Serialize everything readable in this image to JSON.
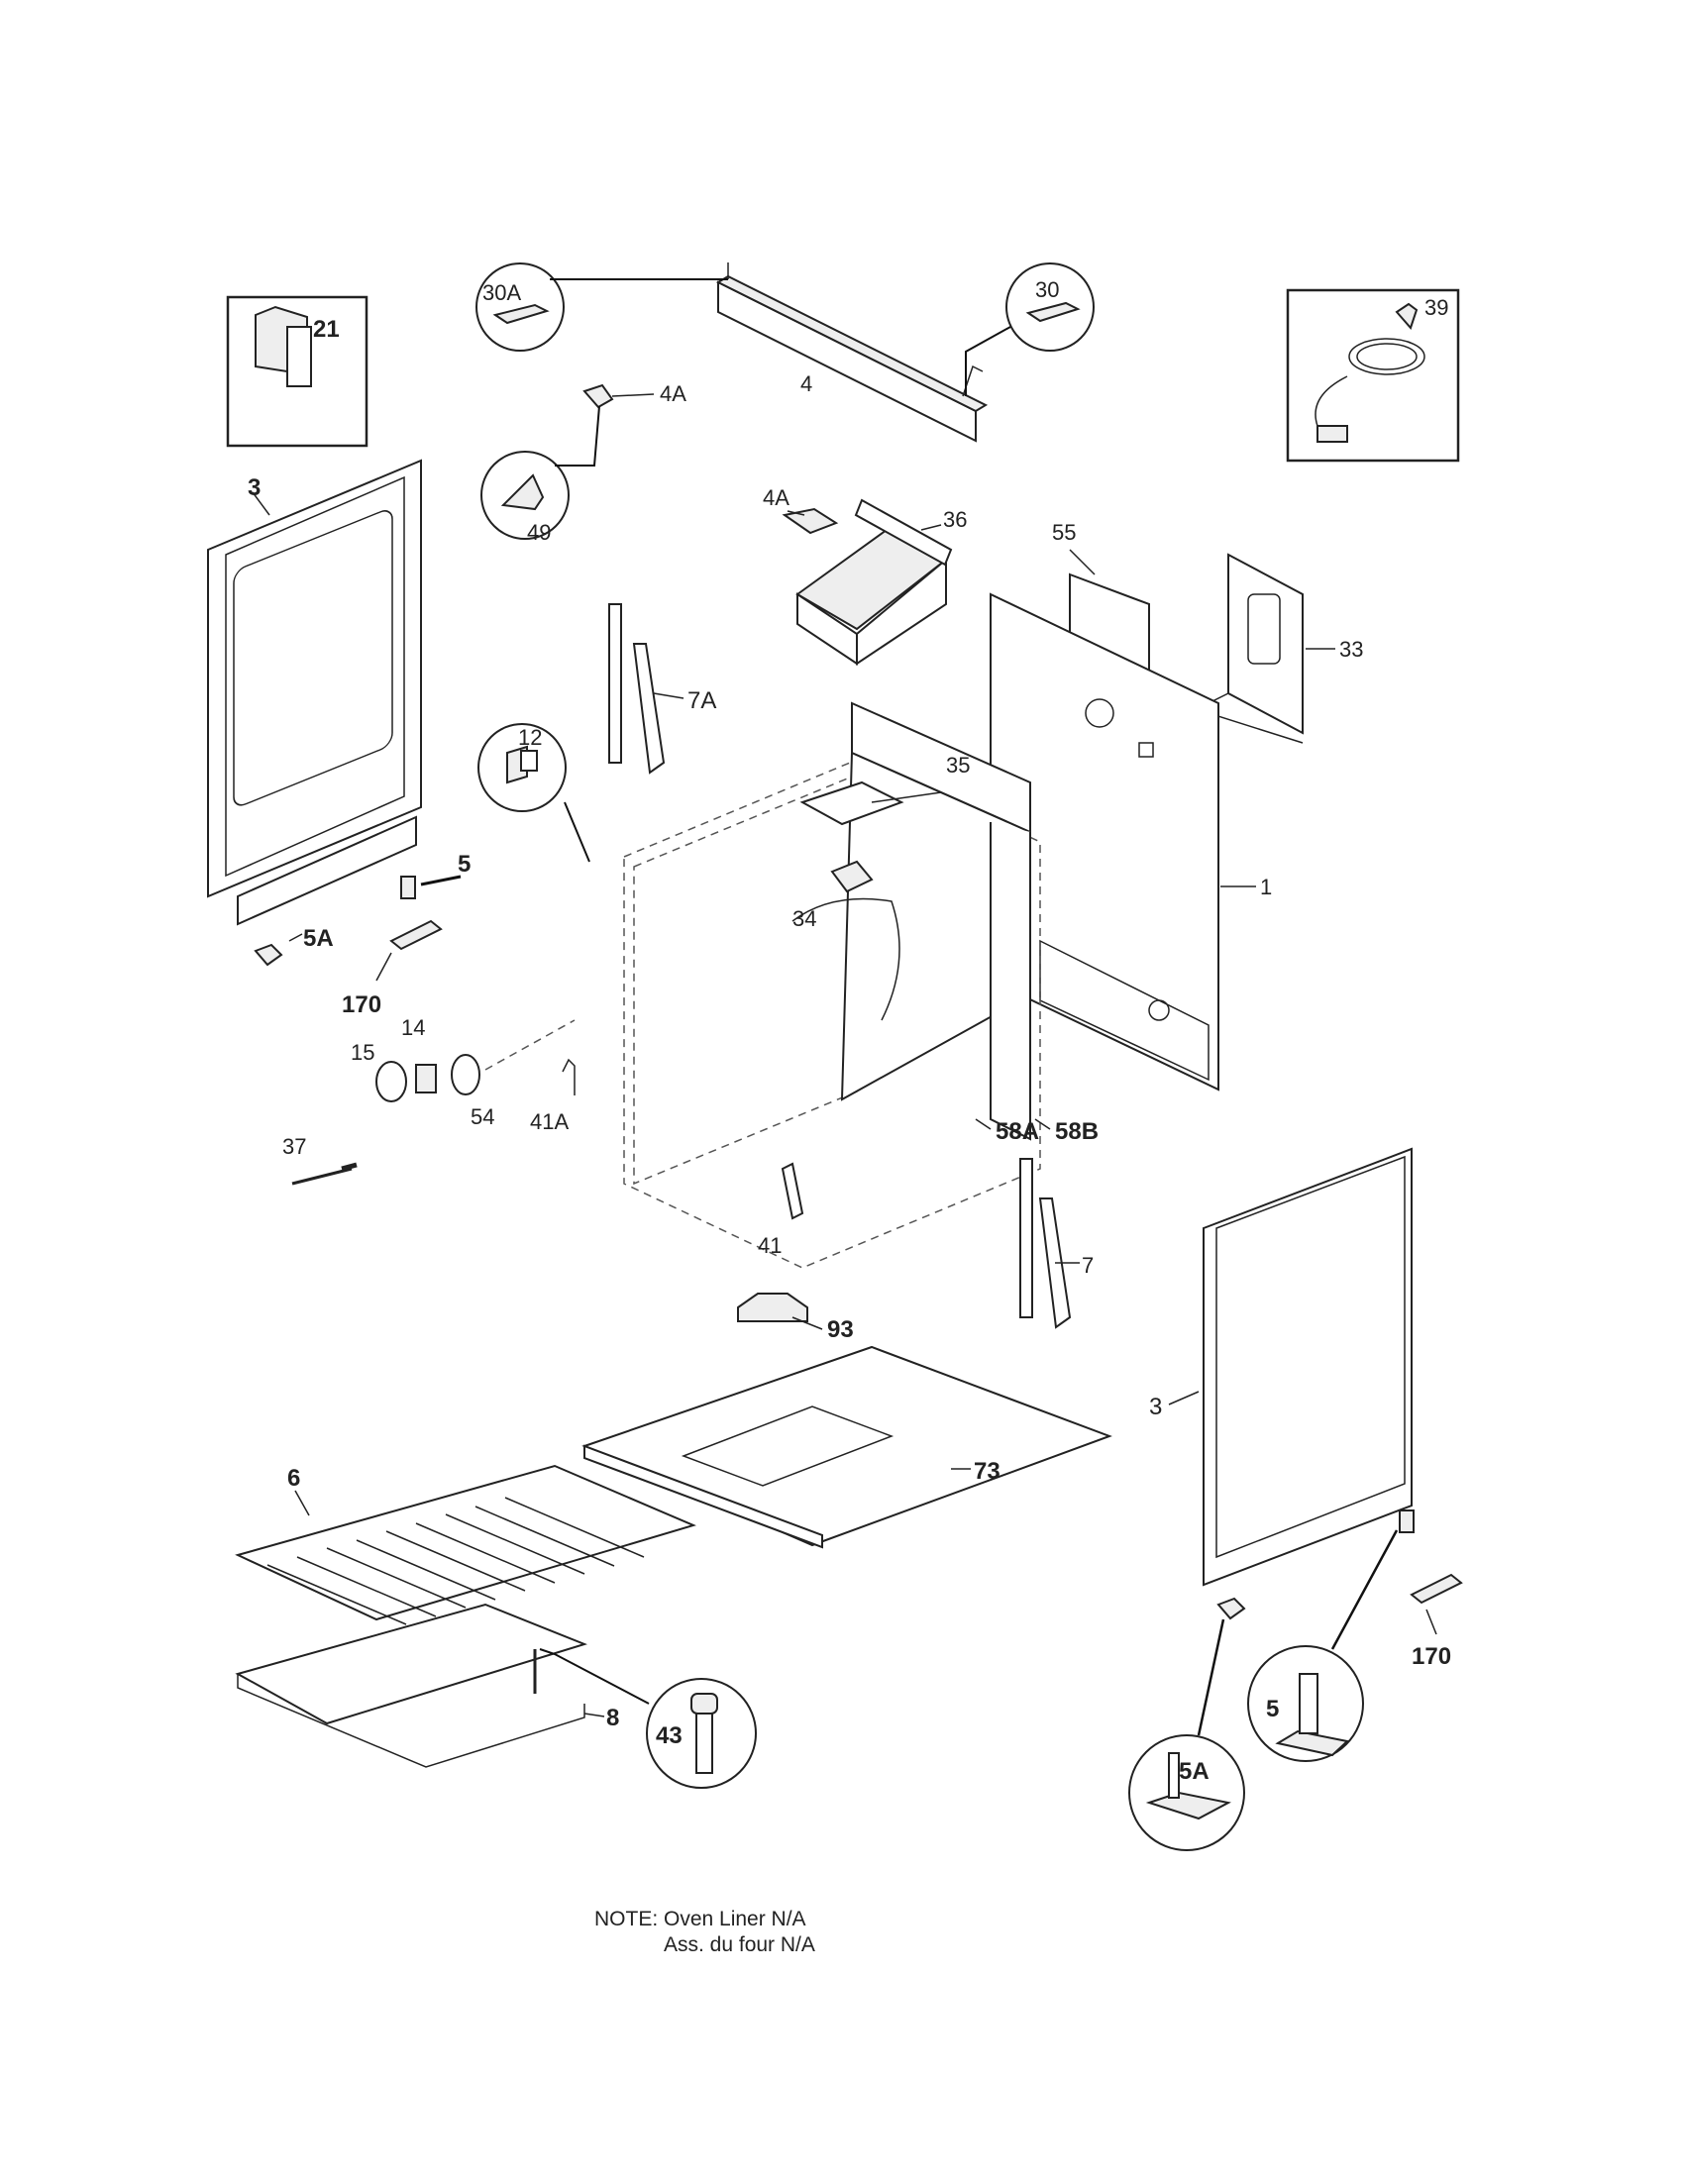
{
  "callouts": {
    "c21": "21",
    "c30a": "30A",
    "c30": "30",
    "c39": "39",
    "c4a_top": "4A",
    "c4": "4",
    "c49": "49",
    "c4a_mid": "4A",
    "c36": "36",
    "c55": "55",
    "c33": "33",
    "c3_left": "3",
    "c7a": "7A",
    "c12": "12",
    "c35": "35",
    "c1": "1",
    "c34": "34",
    "c5_left": "5",
    "c5a_left": "5A",
    "c170_left": "170",
    "c15": "15",
    "c14": "14",
    "c54": "54",
    "c41a": "41A",
    "c58a": "58A",
    "c58b": "58B",
    "c37": "37",
    "c41": "41",
    "c7": "7",
    "c93": "93",
    "c73": "73",
    "c3_right": "3",
    "c6": "6",
    "c8": "8",
    "c43": "43",
    "c170_right": "170",
    "c5_right": "5",
    "c5a_right": "5A"
  },
  "note": {
    "line1": "NOTE: Oven Liner N/A",
    "line2": "Ass. du four N/A"
  }
}
